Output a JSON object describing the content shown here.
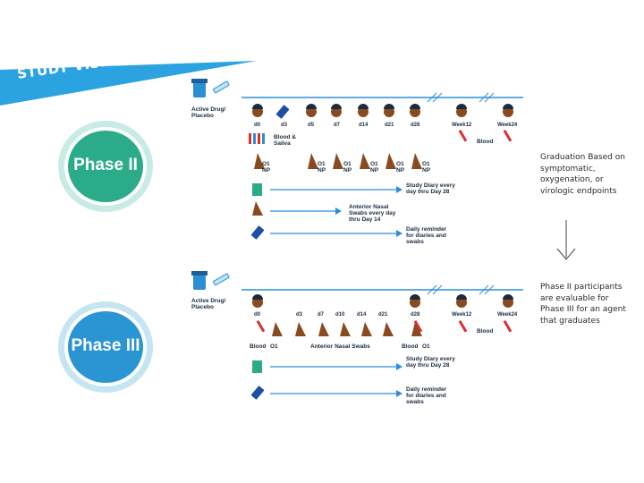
{
  "title": "STUDY VISITS",
  "colors": {
    "banner": "#2aa3e0",
    "phase2": "#2bab8a",
    "phase3": "#2b95d4",
    "line": "#2b8fd6",
    "ring": "#b3e3e0"
  },
  "phase2": {
    "label": "Phase II",
    "drug_label": "Active Drug/ Placebo",
    "days": [
      "d0",
      "d3",
      "d5",
      "d7",
      "d14",
      "d21",
      "d28",
      "Week12",
      "Week24"
    ],
    "blood_saliva": "Blood & Saliva",
    "blood": "Blood",
    "swab_labels": [
      "O1 NP",
      "O1 NP",
      "O1 NP",
      "O1 NP",
      "O1 NP",
      "O1 NP"
    ],
    "diary_text": "Study Diary every day thru Day 28",
    "swab_text": "Anterior Nasal Swabs every day thru Day 14",
    "reminder_text": "Daily reminder for diaries and swabs"
  },
  "phase3": {
    "label": "Phase III",
    "drug_label": "Active Drug/ Placebo",
    "days": [
      "d0",
      "d3",
      "d7",
      "d10",
      "d14",
      "d21",
      "d28",
      "Week12",
      "Week24"
    ],
    "blood_left": "Blood",
    "o_left": "O1",
    "swabs_label": "Anterior Nasal Swabs",
    "blood_right": "Blood",
    "o_right": "O1",
    "blood_end": "Blood",
    "diary_text": "Study Diary every day thru Day 28",
    "reminder_text": "Daily reminder for diaries and swabs"
  },
  "side": {
    "graduation": "Graduation Based on symptomatic, oxygenation, or virologic endpoints",
    "evaluable": "Phase II participants are evaluable for Phase III for an agent that graduates"
  }
}
